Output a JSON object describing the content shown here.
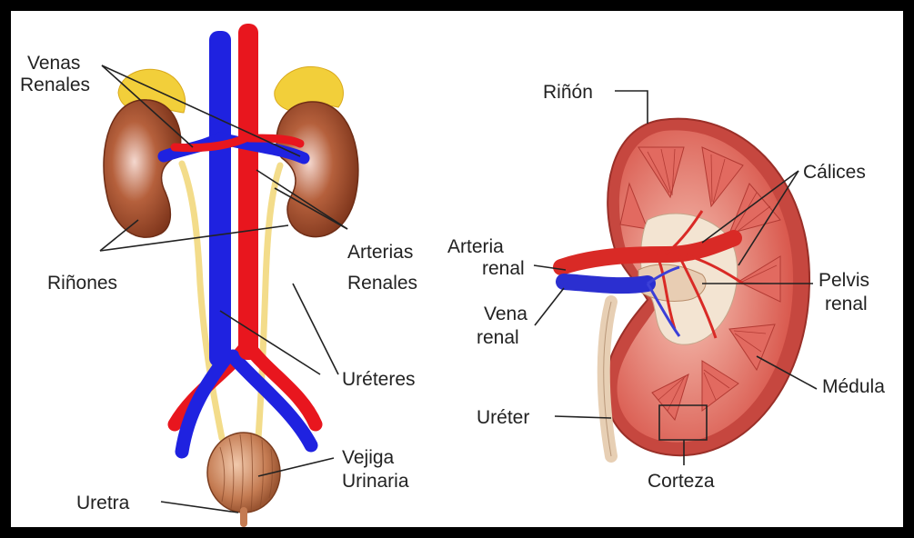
{
  "left_diagram": {
    "labels": {
      "venas_renales_1": "Venas",
      "venas_renales_2": "Renales",
      "rinones": "Riñones",
      "arterias_renales_1": "Arterias",
      "arterias_renales_2": "Renales",
      "ureteres": "Uréteres",
      "vejiga_1": "Vejiga",
      "vejiga_2": "Urinaria",
      "uretra": "Uretra"
    }
  },
  "right_diagram": {
    "labels": {
      "rinon": "Riñón",
      "calices": "Cálices",
      "arteria_renal_1": "Arteria",
      "arteria_renal_2": "renal",
      "pelvis_renal_1": "Pelvis",
      "pelvis_renal_2": "renal",
      "vena_renal_1": "Vena",
      "vena_renal_2": "renal",
      "medula": "Médula",
      "ureter": "Uréter",
      "corteza": "Corteza"
    }
  },
  "colors": {
    "frame": "#000000",
    "background": "#ffffff",
    "vein": "#1f22e0",
    "artery": "#e8161e",
    "kidney": "#9b4a2a",
    "adrenal": "#f2cf3a",
    "ureter": "#f3dc8a",
    "bladder": "#c9815a",
    "cortex": "#e97a6e",
    "medulla": "#d94f4c"
  }
}
